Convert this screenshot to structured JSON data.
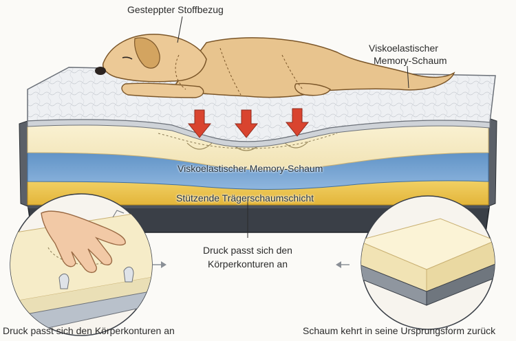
{
  "labels": {
    "cover": "Gesteppter Stoffbezug",
    "memory_top_line1": "Viskoelastischer",
    "memory_top_line2": "Memory-Schaum",
    "memory_layer": "Viskoelastischer Memory-Schaum",
    "support_layer": "Stützende Trägerschaumschicht",
    "pressure_line1": "Druck passt sich den",
    "pressure_line2": "Körperkonturen an",
    "inset_left_caption": "Druck passt sich den Körperkonturen an",
    "inset_right_caption": "Schaum kehrt in seine Ursprungsform zurück"
  },
  "colors": {
    "quilted_cover": "#e9ecef",
    "comfort_foam": "#f6ecc8",
    "memory_foam": "#6e9fd0",
    "support_foam": "#efc94c",
    "base": "#3a3f47",
    "pressure_arrow": "#d9442f",
    "dog_fur": "#e8c48e"
  },
  "icons": {
    "pressure": "pressure-arrow-icon",
    "inset_arrows": "arrow-icon",
    "hand": "hand-icon",
    "dog": "dog-illustration"
  }
}
